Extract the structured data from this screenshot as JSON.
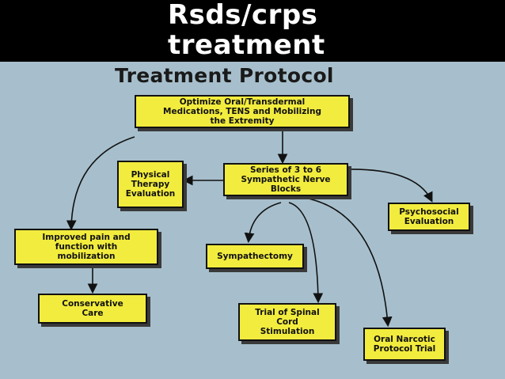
{
  "slide_title": "Rsds/crps\ntreatment",
  "protocol_title": "Treatment Protocol",
  "nodes": {
    "optimize": "Optimize Oral/Transdermal\nMedications, TENS and Mobilizing\nthe Extremity",
    "physical_therapy": "Physical\nTherapy\nEvaluation",
    "sympathetic_blocks": "Series of 3 to 6\nSympathetic Nerve\nBlocks",
    "psychosocial": "Psychosocial\nEvaluation",
    "improved_pain": "Improved pain and\nfunction with\nmobilization",
    "sympathectomy": "Sympathectomy",
    "conservative_care": "Conservative\nCare",
    "spinal_cord": "Trial of Spinal\nCord\nStimulation",
    "oral_narcotic": "Oral Narcotic\nProtocol Trial"
  },
  "colors": {
    "slide_background": "#a7bfcc",
    "box_fill": "#f2ec3e",
    "title_bar": "#000000",
    "title_text": "#ffffff"
  }
}
